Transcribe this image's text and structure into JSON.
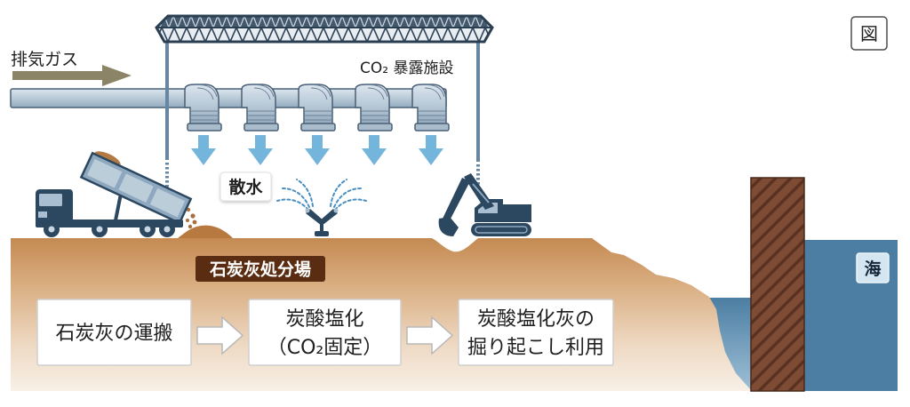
{
  "figure_label": "図",
  "exhaust_gas": {
    "label": "排気ガス"
  },
  "facility": {
    "label": "CO₂ 暴露施設"
  },
  "sprinkling": {
    "label": "散水"
  },
  "disposal_site": {
    "label": "石炭灰処分場"
  },
  "sea": {
    "label": "海"
  },
  "process_steps": [
    {
      "lines": [
        "石炭灰の運搬"
      ]
    },
    {
      "lines": [
        "炭酸塩化",
        "（CO₂固定）"
      ]
    },
    {
      "lines": [
        "炭酸塩化灰の",
        "掘り起こし利用"
      ]
    }
  ],
  "colors": {
    "exhaust_arrow": "#8b8466",
    "co2_flow_arrow": "#74b5dc",
    "site_label_bg": "#5a2d12",
    "sea": "#4c7ea3",
    "sea_label_bg": "#d3e6f2",
    "machine": "#2c4760"
  }
}
